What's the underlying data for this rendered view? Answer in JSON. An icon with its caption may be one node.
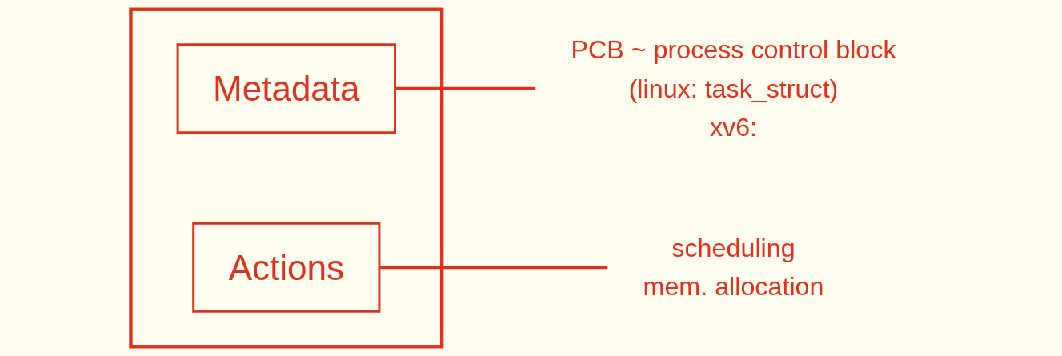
{
  "diagram": {
    "nodes": [
      {
        "text": [],
        "shape": "box"
      },
      {
        "text": [
          "Metadata"
        ],
        "in": 0
      },
      {
        "text": [
          "Actions"
        ],
        "in": 0
      },
      {
        "text": [
          "PCB ~ process control block",
          "(linux: task_struct)",
          "xv6:"
        ]
      },
      {
        "text": [
          "scheduling",
          "mem. allocation"
        ]
      }
    ],
    "edges": [
      {
        "from": 1,
        "to": 3,
        "arrow": "none"
      },
      {
        "from": 2,
        "to": 4,
        "arrow": "none"
      }
    ]
  }
}
